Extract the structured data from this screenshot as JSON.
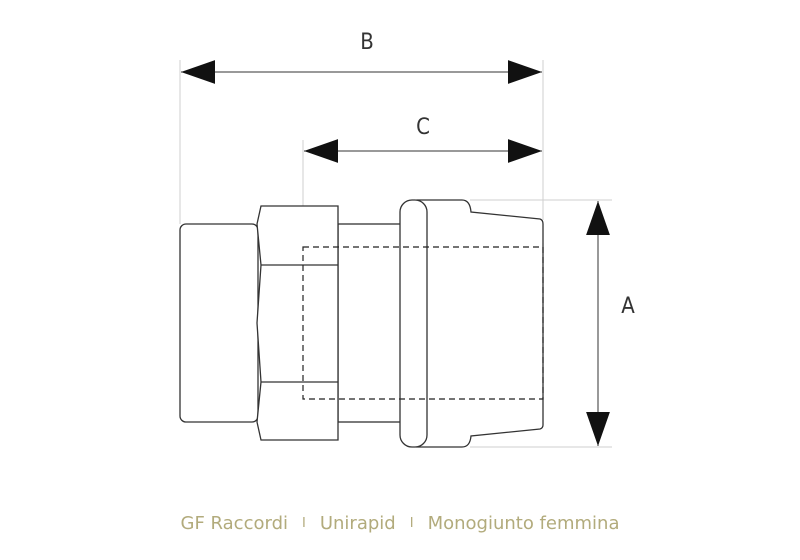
{
  "diagram": {
    "title": "Monogiunto femmina",
    "dimensions": {
      "A": "A",
      "B": "B",
      "C": "C"
    }
  },
  "caption": {
    "brand": "GF Raccordi",
    "separator": "I",
    "product_line": "Unirapid",
    "product": "Monogiunto femmina"
  },
  "colors": {
    "line": "#333333",
    "extension": "#cccccc",
    "caption": "#b2ab7c"
  }
}
